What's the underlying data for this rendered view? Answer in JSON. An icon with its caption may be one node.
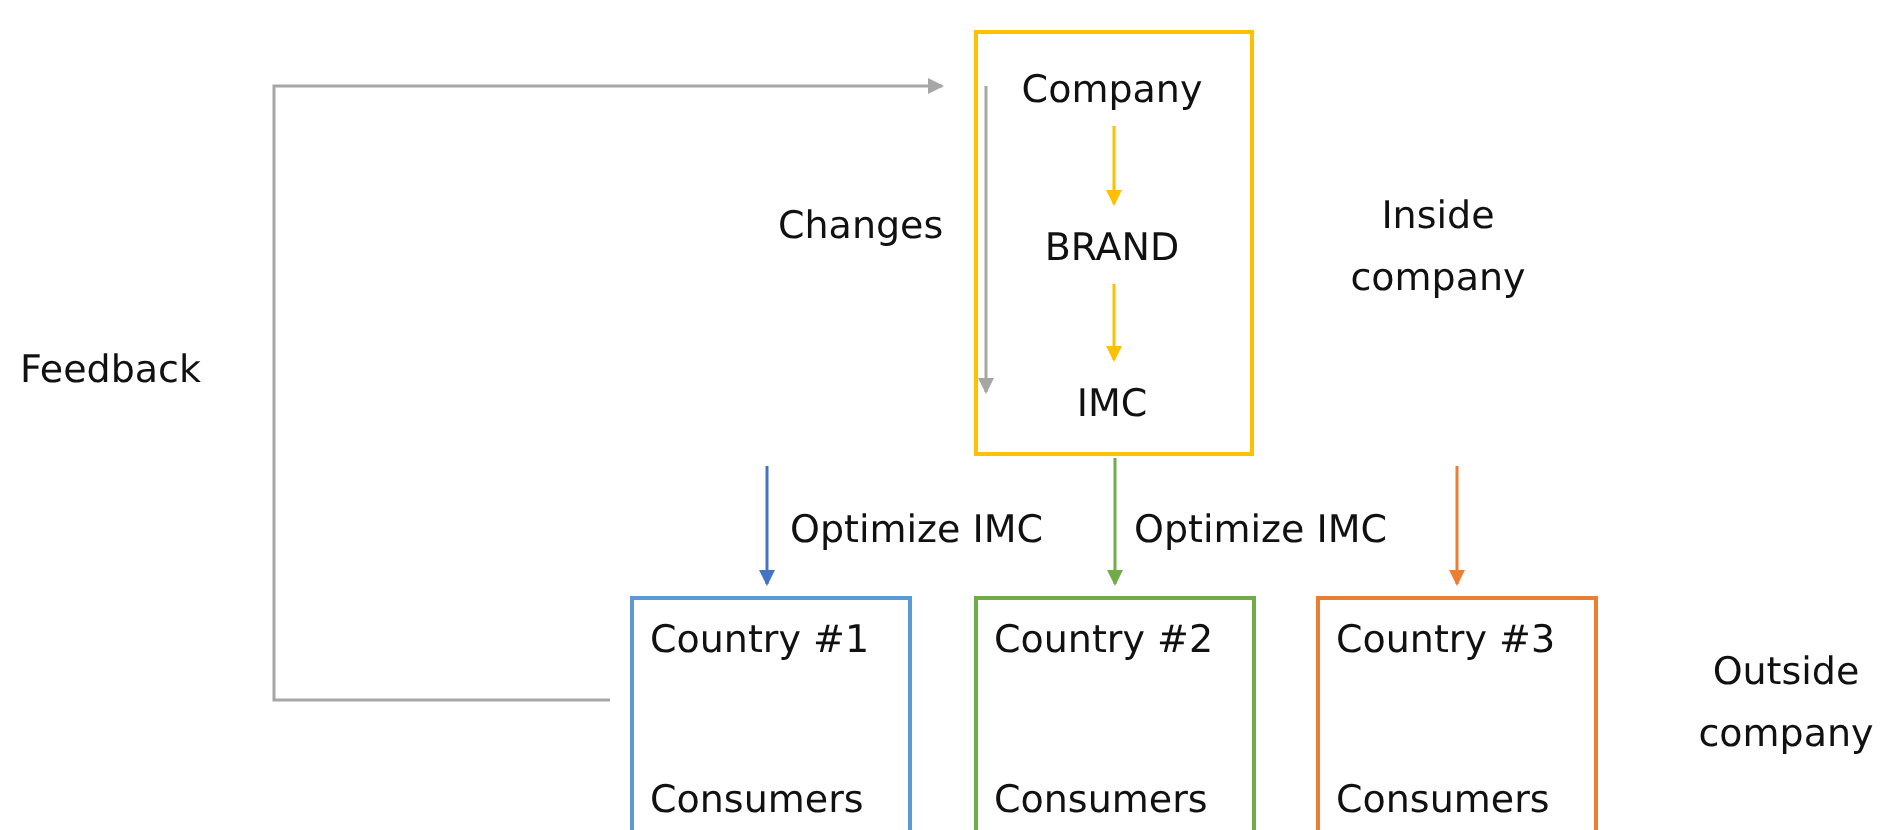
{
  "diagram": {
    "nodes": [
      {
        "text": [],
        "shape": "box"
      },
      {
        "text": [
          "Company"
        ],
        "in": 0
      },
      {
        "text": [
          "BRAND"
        ],
        "in": 0
      },
      {
        "text": [
          "IMC"
        ],
        "in": 0
      },
      {
        "text": [
          "Country #1",
          "Consumers"
        ]
      },
      {
        "text": [
          "Country #2",
          "Consumers"
        ]
      },
      {
        "text": [
          "Country #3",
          "Consumers"
        ]
      }
    ],
    "edges": [
      {
        "from": 1,
        "to": 2,
        "arrow": "to",
        "color": "#ffc000"
      },
      {
        "from": 2,
        "to": 3,
        "arrow": "to",
        "color": "#ffc000"
      },
      {
        "from": 1,
        "to": 3,
        "arrow": "to",
        "label": "Changes",
        "color": "#a6a6a6"
      },
      {
        "from": 4,
        "to": 0,
        "arrow": "to",
        "label": "Feedback",
        "color": "#a6a6a6"
      },
      {
        "from": null,
        "to": 4,
        "arrow": "to",
        "label": "Optimize IMC",
        "color": "#4472c4"
      },
      {
        "from": 0,
        "to": 5,
        "arrow": "to",
        "label": "Optimize IMC",
        "color": "#70ad47"
      },
      {
        "from": null,
        "to": 6,
        "arrow": "to",
        "color": "#ed7d31"
      }
    ],
    "labels": [
      "Inside company",
      "Outside company"
    ]
  }
}
